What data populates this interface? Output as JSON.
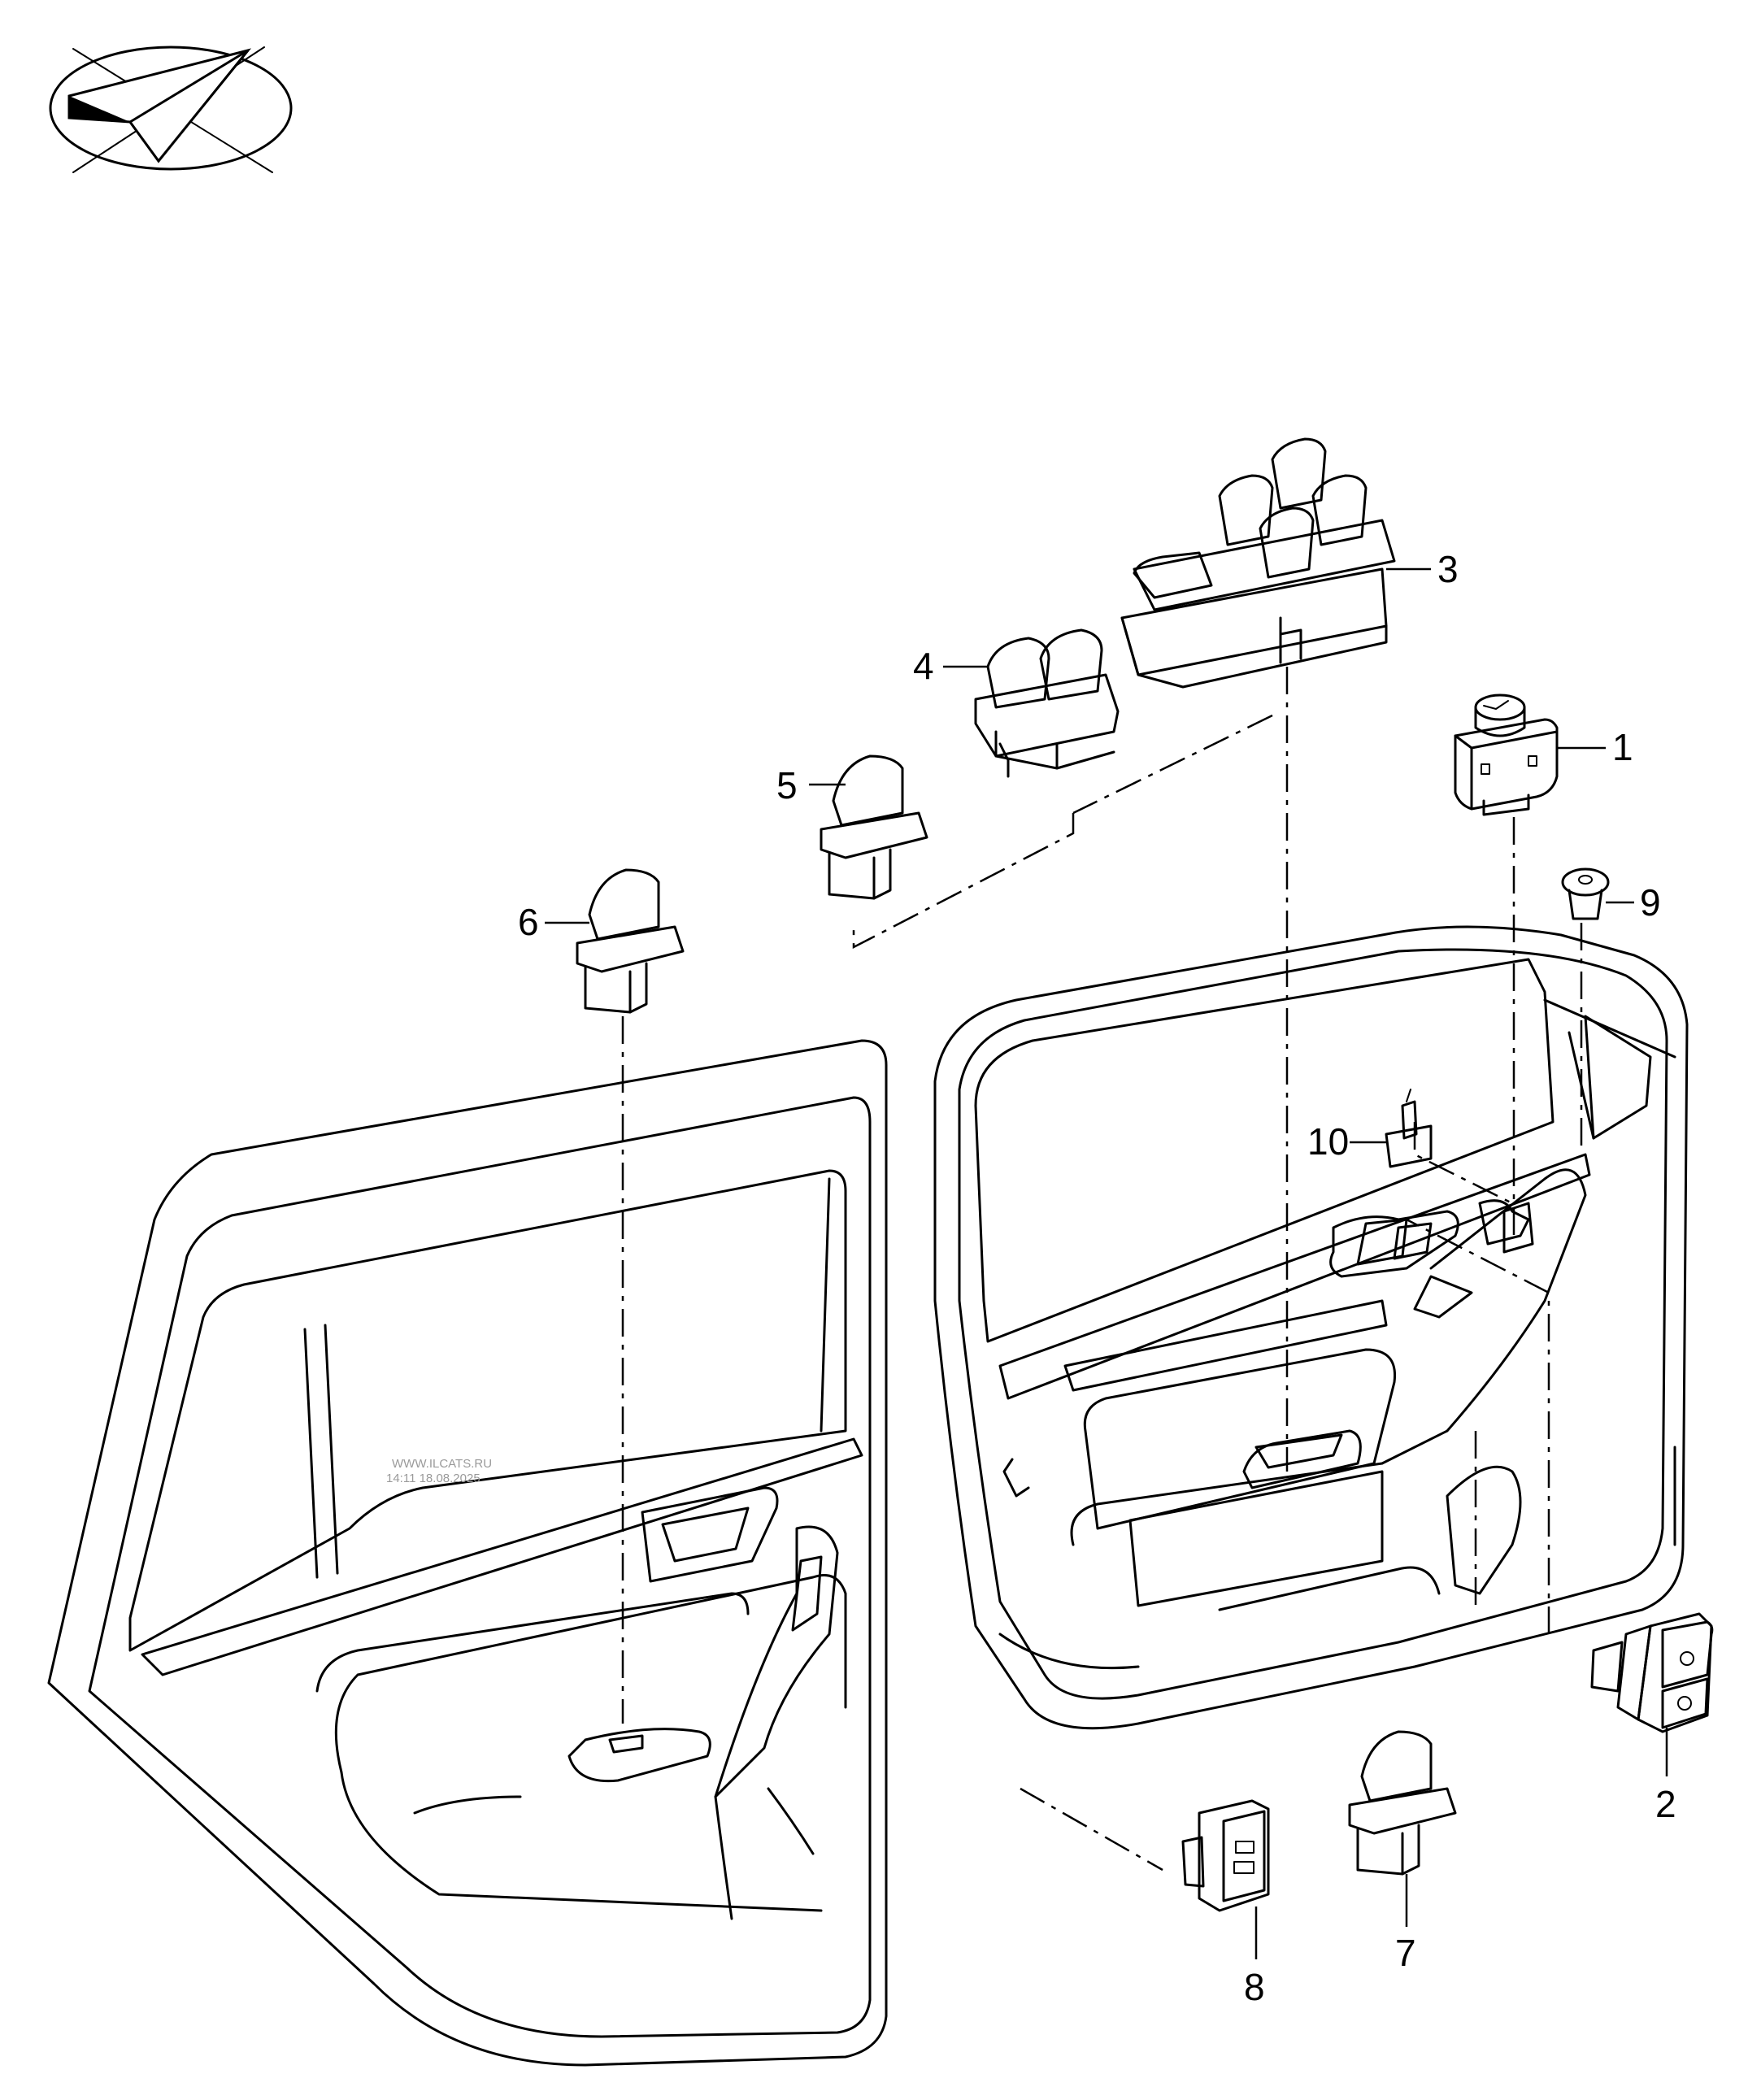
{
  "watermark": {
    "line1": "WWW.ILCATS.RU",
    "line2": "14:11 18.08.2025"
  },
  "callouts": [
    {
      "id": "1",
      "label": "1"
    },
    {
      "id": "2",
      "label": "2"
    },
    {
      "id": "3",
      "label": "3"
    },
    {
      "id": "4",
      "label": "4"
    },
    {
      "id": "5",
      "label": "5"
    },
    {
      "id": "6",
      "label": "6"
    },
    {
      "id": "7",
      "label": "7"
    },
    {
      "id": "8",
      "label": "8"
    },
    {
      "id": "9",
      "label": "9"
    },
    {
      "id": "10",
      "label": "10"
    }
  ],
  "icons": {
    "orientation": "direction-arrow-icon"
  }
}
